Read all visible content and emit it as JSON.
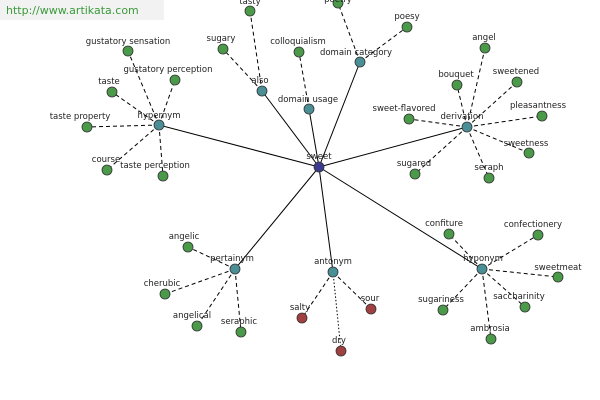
{
  "watermark": "http://www.artikata.com",
  "colors": {
    "center": "#3b3b8f",
    "relation": "#4a8f96",
    "related": "#4a9a4a",
    "antonym_word": "#a04040"
  },
  "center": {
    "id": "sweet",
    "label": "sweet"
  },
  "relations": [
    {
      "id": "hypernym",
      "label": "hypernym"
    },
    {
      "id": "also",
      "label": "also"
    },
    {
      "id": "domain_usage",
      "label": "domain usage"
    },
    {
      "id": "domain_category",
      "label": "domain category"
    },
    {
      "id": "derivation",
      "label": "derivation"
    },
    {
      "id": "pertainym",
      "label": "pertainym"
    },
    {
      "id": "antonym",
      "label": "antonym"
    },
    {
      "id": "hyponym",
      "label": "hyponym"
    }
  ],
  "words": [
    {
      "label": "gustatory sensation",
      "relation": "hypernym"
    },
    {
      "label": "gustatory perception",
      "relation": "hypernym"
    },
    {
      "label": "taste",
      "relation": "hypernym"
    },
    {
      "label": "taste property",
      "relation": "hypernym"
    },
    {
      "label": "course",
      "relation": "hypernym"
    },
    {
      "label": "taste perception",
      "relation": "hypernym"
    },
    {
      "label": "tasty",
      "relation": "also"
    },
    {
      "label": "sugary",
      "relation": "also"
    },
    {
      "label": "colloquialism",
      "relation": "domain_usage"
    },
    {
      "label": "poetry",
      "relation": "domain_category"
    },
    {
      "label": "poesy",
      "relation": "domain_category"
    },
    {
      "label": "angel",
      "relation": "derivation"
    },
    {
      "label": "bouquet",
      "relation": "derivation"
    },
    {
      "label": "sweetened",
      "relation": "derivation"
    },
    {
      "label": "sweet-flavored",
      "relation": "derivation"
    },
    {
      "label": "pleasantness",
      "relation": "derivation"
    },
    {
      "label": "sweetness",
      "relation": "derivation"
    },
    {
      "label": "sugared",
      "relation": "derivation"
    },
    {
      "label": "seraph",
      "relation": "derivation"
    },
    {
      "label": "angelic",
      "relation": "pertainym"
    },
    {
      "label": "cherubic",
      "relation": "pertainym"
    },
    {
      "label": "angelical",
      "relation": "pertainym"
    },
    {
      "label": "seraphic",
      "relation": "pertainym"
    },
    {
      "label": "salty",
      "relation": "antonym"
    },
    {
      "label": "sour",
      "relation": "antonym"
    },
    {
      "label": "dry",
      "relation": "antonym"
    },
    {
      "label": "confiture",
      "relation": "hyponym"
    },
    {
      "label": "confectionery",
      "relation": "hyponym"
    },
    {
      "label": "sweetmeat",
      "relation": "hyponym"
    },
    {
      "label": "sugariness",
      "relation": "hyponym"
    },
    {
      "label": "saccharinity",
      "relation": "hyponym"
    },
    {
      "label": "ambrosia",
      "relation": "hyponym"
    }
  ]
}
